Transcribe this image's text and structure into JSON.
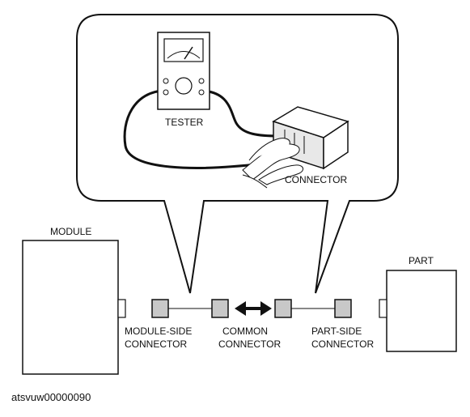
{
  "diagram": {
    "labels": {
      "tester": "TESTER",
      "connector": "CONNECTOR",
      "module": "MODULE",
      "part": "PART",
      "module_side_1": "MODULE-SIDE",
      "module_side_2": "CONNECTOR",
      "common_1": "COMMON",
      "common_2": "CONNECTOR",
      "part_side_1": "PART-SIDE",
      "part_side_2": "CONNECTOR"
    },
    "caption": "atsvuw00000090",
    "colors": {
      "stroke": "#111111",
      "connector_fill": "#c8c8c8",
      "box_fill": "#ffffff"
    }
  }
}
